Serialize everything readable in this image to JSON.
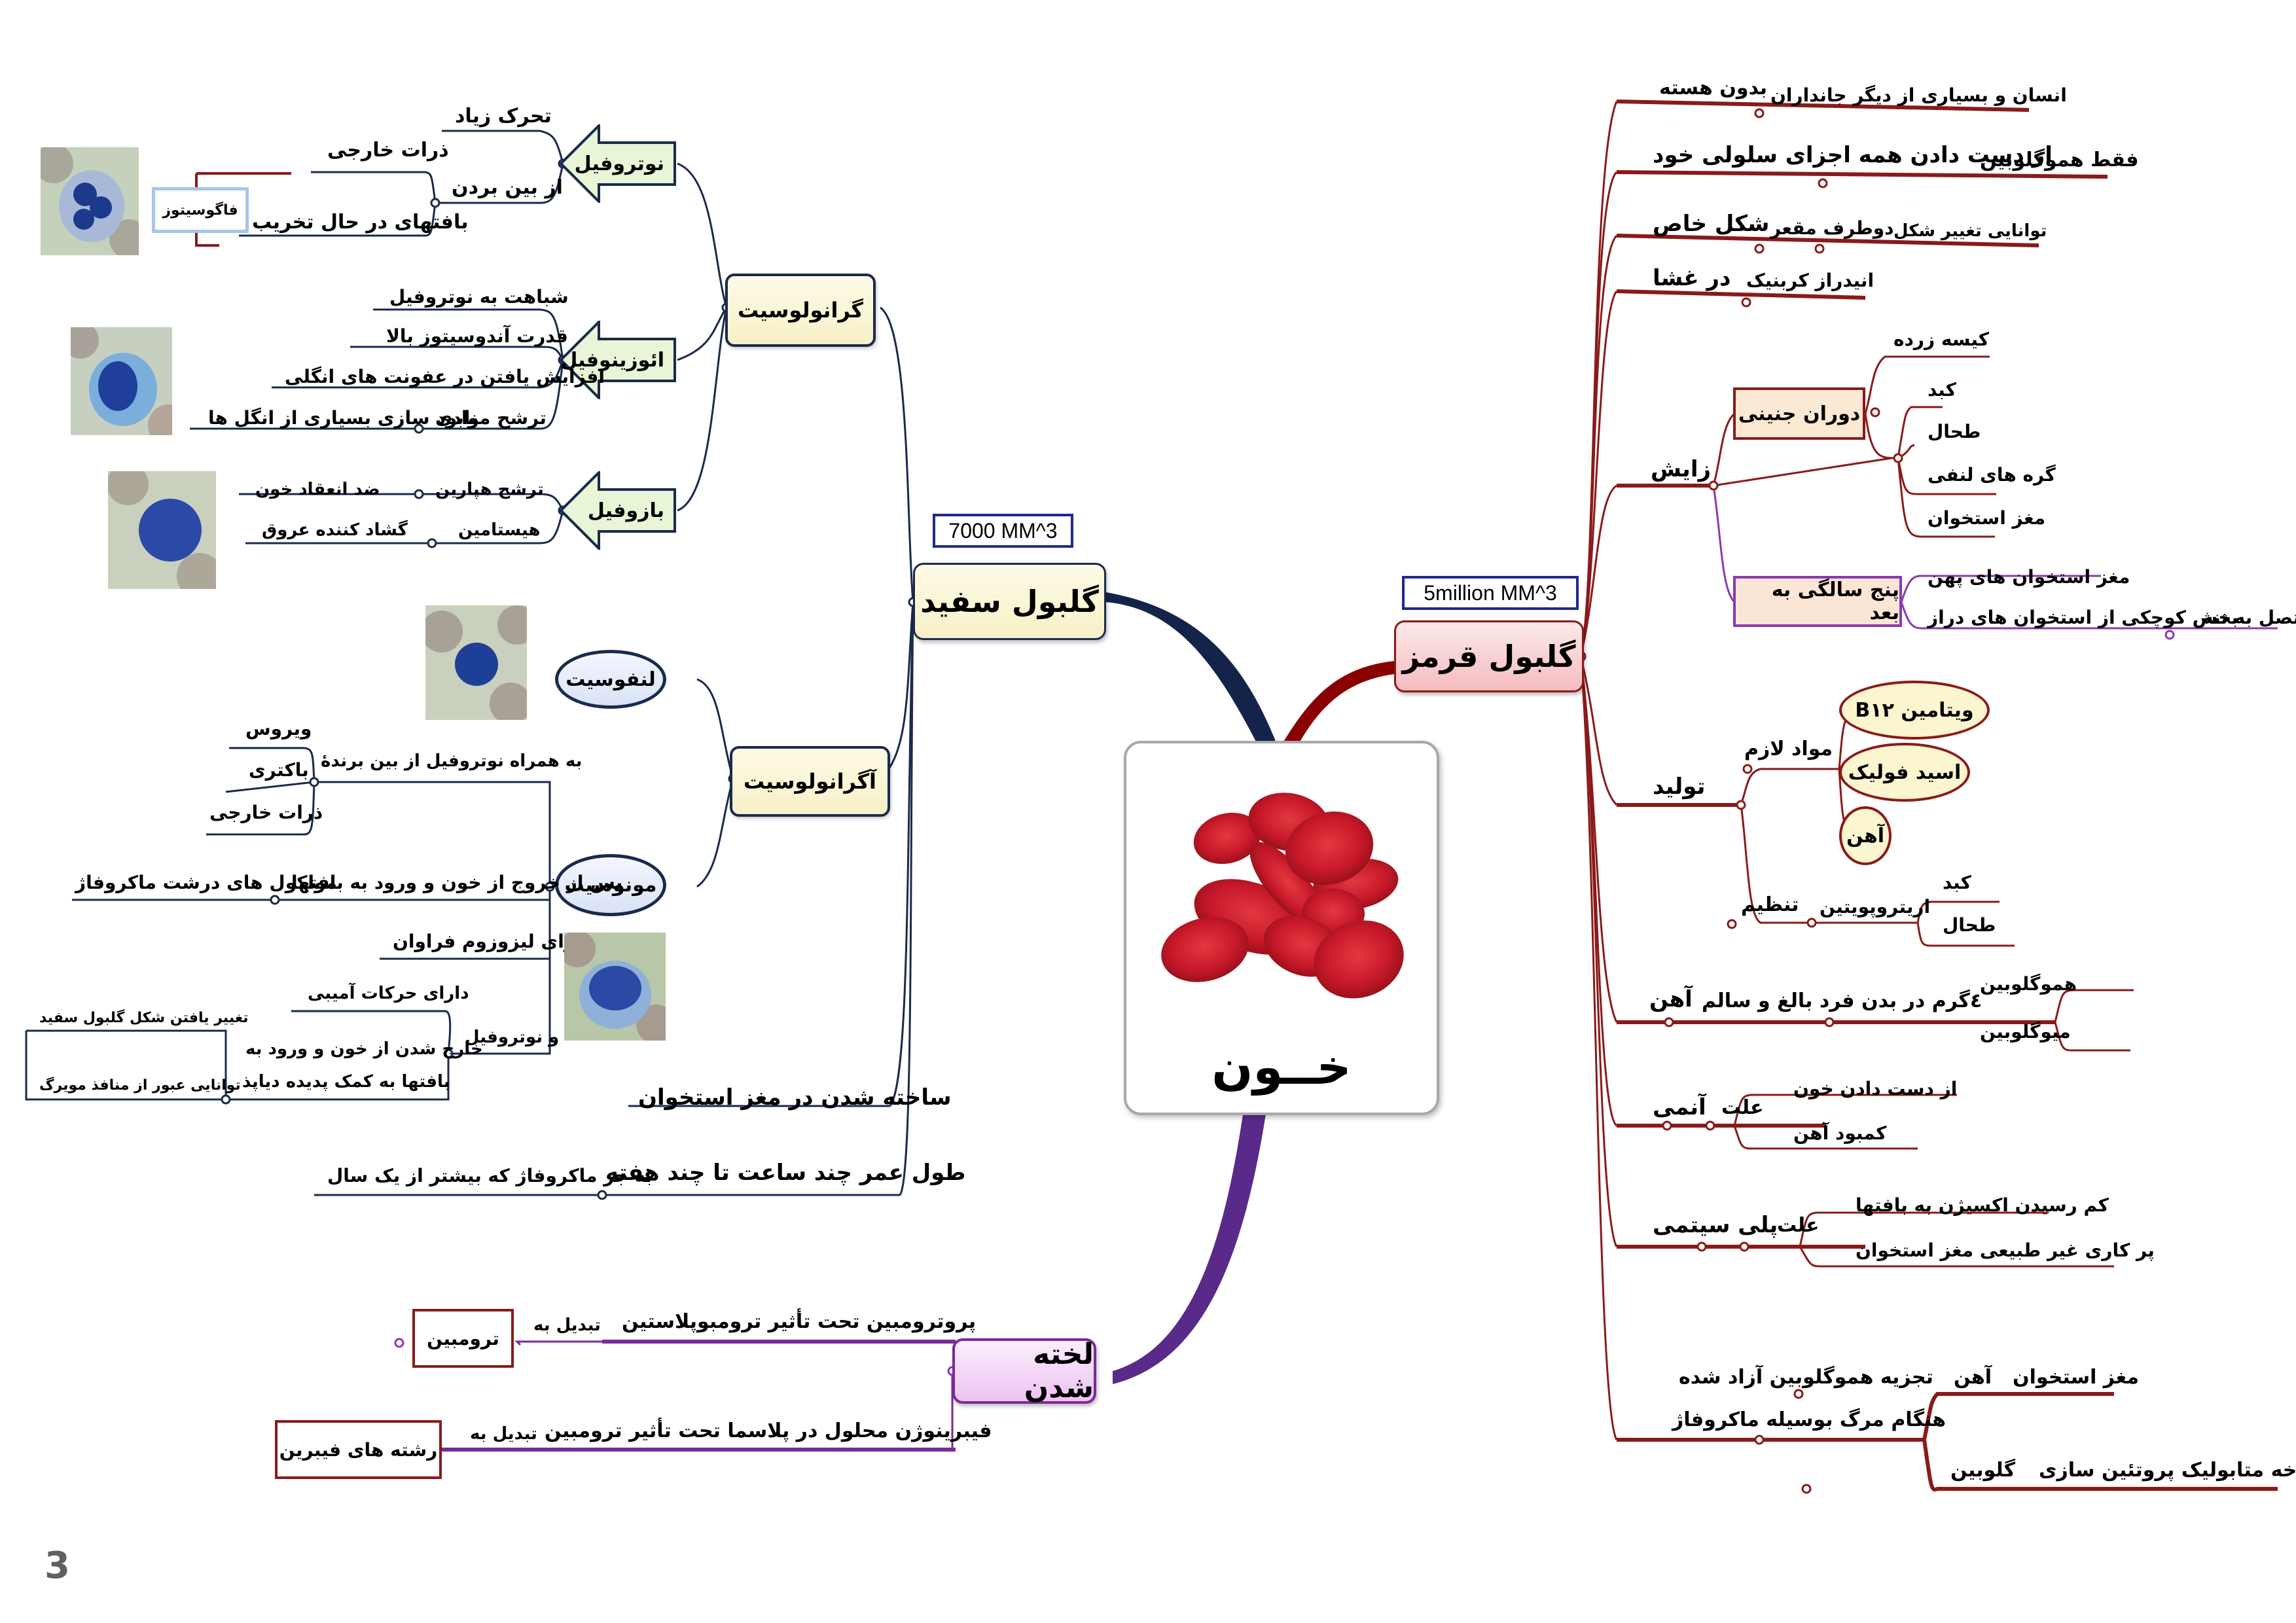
{
  "page_number": "3",
  "central": {
    "title": "خــون",
    "image": "red-blood-cells-illustration"
  },
  "colors": {
    "rbc": "#8a1a1a",
    "wbc": "#1a2a4c",
    "clot": "#7a2a9a",
    "count_border": "#1e2a8a"
  },
  "rbc": {
    "title": "گلبول قرمز",
    "count": "5million MM^3",
    "facts": [
      {
        "label": "بدون هسته",
        "detail": "انسان و بسیاری از دیگر جانداران"
      },
      {
        "label": "از دست دادن همه اجزای سلولی خود",
        "detail": "فقط هموگلوبین"
      },
      {
        "label": "شکل خاص",
        "detail": "دوطرف مقعر",
        "detail2": "توانایی تغییر شکل"
      },
      {
        "label": "در غشا",
        "detail": "انیدراز کربنیک"
      }
    ],
    "genesis": {
      "label": "زایش",
      "fetal": {
        "label": "دوران جنینی",
        "items": [
          "کیسه زرده",
          "کبد",
          "طحال",
          "گره های لنفی",
          "مغز استخوان"
        ]
      },
      "after5": {
        "label": "پنج سالگی به بعد",
        "items": [
          "مغز استخوان های پهن",
          "بخش کوچکی از استخوان های دراز"
        ],
        "attached": "متصل به تنه"
      }
    },
    "production": {
      "label": "تولید",
      "materials": {
        "label": "مواد لازم",
        "items": [
          "ویتامین  B۱۲",
          "اسید فولیک",
          "آهن"
        ]
      },
      "regulation": {
        "label": "تنظیم",
        "hormone": "اریتروپویتین",
        "organs": [
          "کبد",
          "طحال"
        ]
      }
    },
    "iron": {
      "label": "آهن",
      "amount": "٤گرم در بدن فرد بالغ و سالم",
      "items": [
        "هموگلوبین",
        "میوگلوبین"
      ]
    },
    "anemia": {
      "label": "آنمی",
      "cause": "علت",
      "items": [
        "از دست دادن خون",
        "کمبود آهن"
      ]
    },
    "polycythemia": {
      "label": "پلی سیتمی",
      "cause": "علت",
      "items": [
        "کم رسیدن اکسیژن به بافتها",
        "پر کاری غیر طبیعی مغز استخوان"
      ]
    },
    "breakdown": {
      "line1": "تجزیه هموگلوبین آزاد شده",
      "line2": "هنگام مرگ بوسیله ماکروفاژ",
      "iron": "آهن",
      "iron_dest": "مغز استخوان",
      "globin": "گلوبین",
      "globin_dest": "چرخه متابولیک پروتئین سازی"
    }
  },
  "wbc": {
    "title": "گلبول سفید",
    "count": "7000 MM^3",
    "granulocyte": {
      "label": "گرانولوسیت",
      "neutrophil": {
        "label": "نوتروفیل",
        "items": [
          "تحرک زیاد",
          "از بین بردن"
        ],
        "destroy": [
          "ذرات خارجی",
          "بافتهای در حال تخریب"
        ],
        "phagocytosis": "فاگوسیتوز"
      },
      "eosinophil": {
        "label": "ائوزینوفیل",
        "items": [
          "شباهت به نوتروفیل",
          "قدرت آندوسیتوز بالا",
          "افزایش یافتن در عفونت های انگلی",
          "ترشح موادی"
        ],
        "secretion_detail": "نابود سازی بسیاری از انگل ها"
      },
      "basophil": {
        "label": "بازوفیل",
        "items": [
          {
            "label": "ترشح هپارین",
            "detail": "ضد انعقاد خون"
          },
          {
            "label": "هیستامین",
            "detail": "گشاد کننده عروق"
          }
        ]
      }
    },
    "agranulocyte": {
      "label": "آگرانولوسیت",
      "lymphocyte": {
        "label": "لنفوسیت"
      },
      "monocyte": {
        "label": "مونوسیت",
        "with_neutrophil": "به همراه نوتروفیل از بین برندهٔ",
        "targets": [
          "ویروس",
          "باکتری",
          "ذرات خارجی"
        ],
        "after_exit": "پس از خروج از خون و ورود به بافتها",
        "macrophage": "مولکول های درشت ماکروفاژ",
        "lysosome": "دارای لیزوزوم فراوان",
        "and_neutrophil": "و نوتروفیل",
        "amoeboid": "دارای حرکات آمیبی",
        "diapedesis_1": "خارج شدن از خون و ورود به",
        "diapedesis_2": "بافتها به کمک پدیده دیاپذ",
        "shape_change": "تغییر یافتن شکل گلبول سفید",
        "pore_pass": "توانایی عبور از منافذ مویرگ"
      }
    },
    "made_in": "ساخته شدن در مغز استخوان",
    "lifespan": "طول عمر چند ساعت تا چند هفته",
    "lifespan_note": "به جز ماکروفاژ که بیشتر از یک سال"
  },
  "clot": {
    "title": "لخته شدن",
    "steps": [
      {
        "label": "پروترومبین تحت تأثیر ترومبوپلاستین",
        "converts": "تبدیل به",
        "result": "ترومبین"
      },
      {
        "label": "فیبرینوژن محلول در پلاسما تحت تأثیر ترومبین",
        "converts": "تبدیل به",
        "result": "رشته های فیبرین"
      }
    ]
  }
}
